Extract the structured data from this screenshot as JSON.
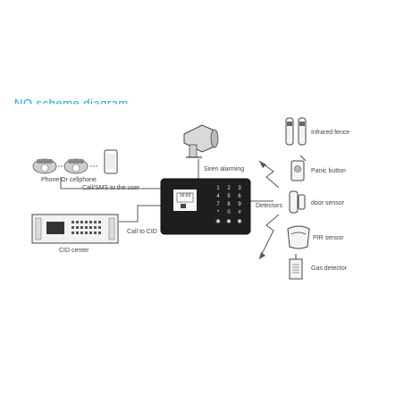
{
  "title": "NO scheme diagram",
  "labels": {
    "phone": "Phone Or cellphone",
    "call_sms": "Call/SMS to the user",
    "cid_center": "CID center",
    "call_cid": "Call to CID",
    "siren": "Siren alarming",
    "detectors": "Detectors",
    "infrared": "Infrared fence",
    "panic": "Panic button",
    "door": "door sensor",
    "pir": "PIR sensor",
    "gas": "Gas detector"
  },
  "panel": {
    "screen_time": "16:03",
    "keys": [
      "1",
      "2",
      "3",
      "4",
      "5",
      "6",
      "7",
      "8",
      "9",
      "*",
      "0",
      "#",
      "◉",
      "◉",
      "◉"
    ]
  },
  "icons": [
    "telephone-icon",
    "cellphone-icon",
    "siren-icon",
    "infrared-fence-icon",
    "panic-button-icon",
    "door-sensor-icon",
    "pir-sensor-icon",
    "gas-detector-icon",
    "cid-center-rack-icon",
    "alarm-panel-icon"
  ]
}
